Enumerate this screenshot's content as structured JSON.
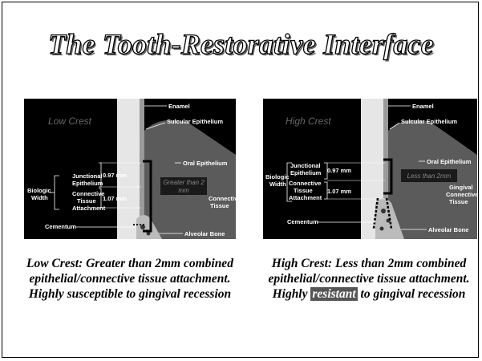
{
  "slide": {
    "title": "The Tooth-Restorative Interface"
  },
  "left_panel": {
    "crest_label": "Low Crest",
    "enamel": "Enamel",
    "sulcular": "Sulcular Epithelium",
    "oral": "Oral Epithelium",
    "junctional_1": "Junctional",
    "junctional_2": "Epithelium",
    "connective_1": "Connective",
    "connective_2": "Tissue",
    "connective_3": "Attachment",
    "biologic_1": "Biologic",
    "biologic_2": "Width",
    "je_value": "0.97 mm",
    "ct_value": "1.07 mm",
    "box_line1": "Greater than 2",
    "box_line2": "mm",
    "gingival_partial": "Connective",
    "tissue_partial": "Tissue",
    "cementum": "Cementum",
    "alveolar": "Alveolar Bone"
  },
  "right_panel": {
    "crest_label": "High Crest",
    "enamel": "Enamel",
    "sulcular": "Sulcular Epithelium",
    "oral": "Oral Epithelium",
    "junctional_1": "Junctional",
    "junctional_2": "Epithelium",
    "connective_1": "Connective",
    "connective_2": "Tissue",
    "connective_3": "Attachment",
    "biologic_1": "Biologic",
    "biologic_2": "Width",
    "je_value": "0.97 mm",
    "ct_value": "1.07 mm",
    "box_text": "Less than 2mm",
    "gingival_1": "Gingival",
    "gingival_2": "Connective",
    "gingival_3": "Tissue",
    "cementum": "Cementum",
    "alveolar": "Alveolar Bone"
  },
  "captions": {
    "left": "Low Crest: Greater than 2mm combined epithelial/connective tissue attachment. Highly susceptible to gingival recession",
    "right_before": "High Crest: Less than 2mm combined epithelial/connective tissue attachment. Highly ",
    "right_highlight": "resistant",
    "right_after": " to gingival recession"
  },
  "colors": {
    "panel_bg": "#000000",
    "tooth": "#d9d9d9",
    "gingiva": "#5a5a5a",
    "highlight_box": "#1a1a1a"
  }
}
